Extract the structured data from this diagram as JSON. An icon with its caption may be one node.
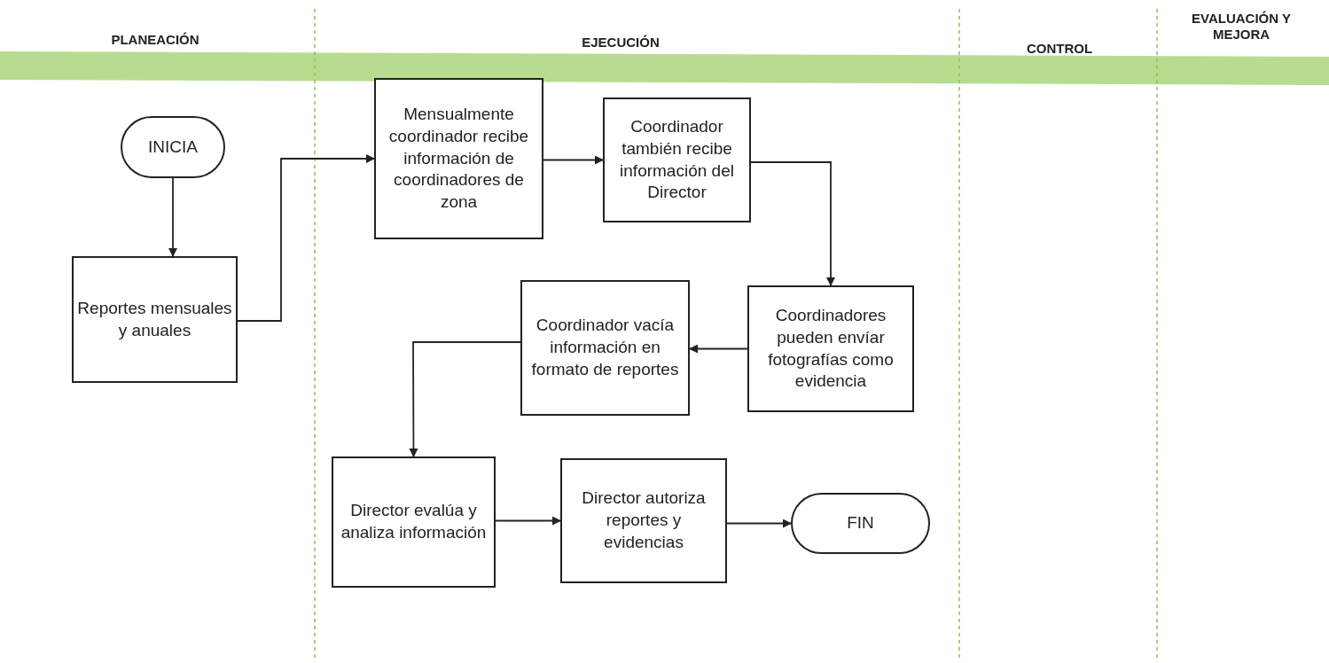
{
  "diagram": {
    "nodes": [
      {
        "text": [
          "INICIA"
        ]
      },
      {
        "text": [
          "Reportes mensuales y anuales"
        ]
      },
      {
        "text": [
          "Mensualmente coordinador recibe información de coordinadores de zona"
        ]
      },
      {
        "text": [
          "Coordinador también recibe información del Director"
        ]
      },
      {
        "text": [
          "Coordinadores pueden envíar fotografías como evidencia"
        ]
      },
      {
        "text": [
          "Coordinador vacía información en formato de reportes"
        ]
      },
      {
        "text": [
          "Director evalúa y analiza información"
        ]
      },
      {
        "text": [
          "Director autoriza reportes y evidencias"
        ]
      },
      {
        "text": [
          "FIN"
        ]
      }
    ],
    "edges": [
      {
        "from": 0,
        "to": 1,
        "arrow": "to"
      },
      {
        "from": 1,
        "to": 2,
        "arrow": "to"
      },
      {
        "from": 2,
        "to": 3,
        "arrow": "to"
      },
      {
        "from": 3,
        "to": 4,
        "arrow": "to"
      },
      {
        "from": 4,
        "to": 5,
        "arrow": "to"
      },
      {
        "from": 5,
        "to": 6,
        "arrow": "to"
      },
      {
        "from": 6,
        "to": 7,
        "arrow": "to"
      },
      {
        "from": 7,
        "to": 8,
        "arrow": "to"
      }
    ],
    "labels": [
      "PLANEACIÓN",
      "EJECUCIÓN",
      "CONTROL",
      "EVALUACIÓN Y MEJORA"
    ]
  }
}
